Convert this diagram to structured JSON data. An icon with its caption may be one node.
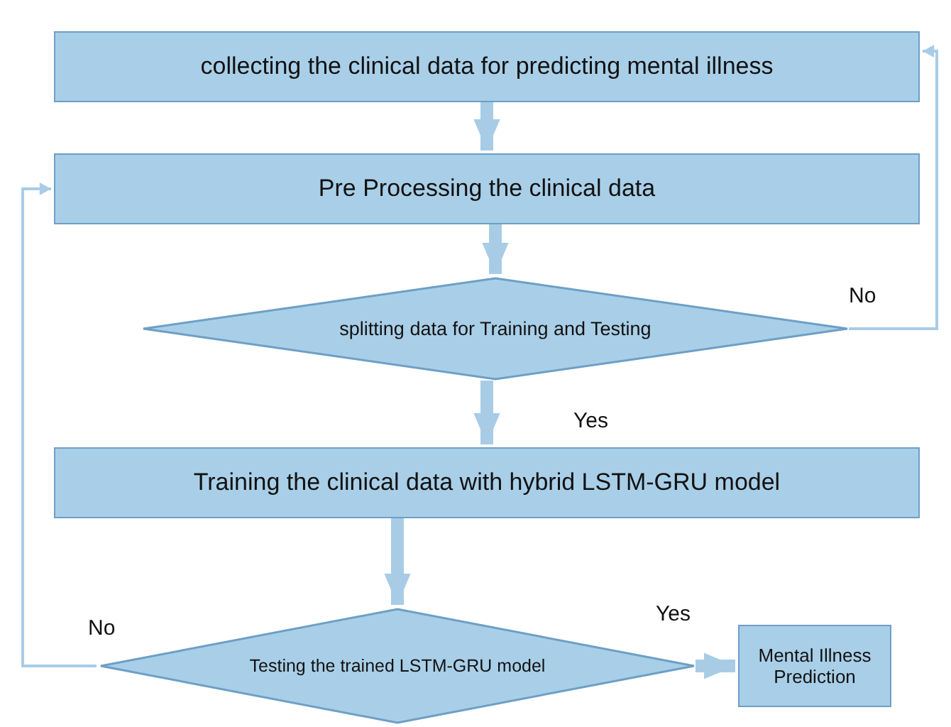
{
  "diagram": {
    "nodes": [
      {
        "text": [
          "collecting the clinical data for predicting mental illness"
        ]
      },
      {
        "text": [
          "Pre Processing the clinical data"
        ]
      },
      {
        "text": [
          "splitting data for Training and Testing"
        ]
      },
      {
        "text": [
          "Training the clinical data with hybrid LSTM-GRU model"
        ]
      },
      {
        "text": [
          "Testing the trained LSTM-GRU model"
        ]
      },
      {
        "text": [
          "Mental Illness Prediction"
        ]
      }
    ],
    "edges": [
      {
        "from": 0,
        "to": 1,
        "arrow": "to"
      },
      {
        "from": 1,
        "to": 2,
        "arrow": "to"
      },
      {
        "from": 2,
        "to": 3,
        "arrow": "to",
        "label": "Yes"
      },
      {
        "from": 3,
        "to": 4,
        "arrow": "to"
      },
      {
        "from": 4,
        "to": 5,
        "arrow": "to",
        "label": "Yes"
      },
      {
        "from": 2,
        "to": 0,
        "arrow": "to",
        "label": "No"
      },
      {
        "from": 4,
        "to": 1,
        "arrow": "to",
        "label": "No"
      }
    ]
  }
}
